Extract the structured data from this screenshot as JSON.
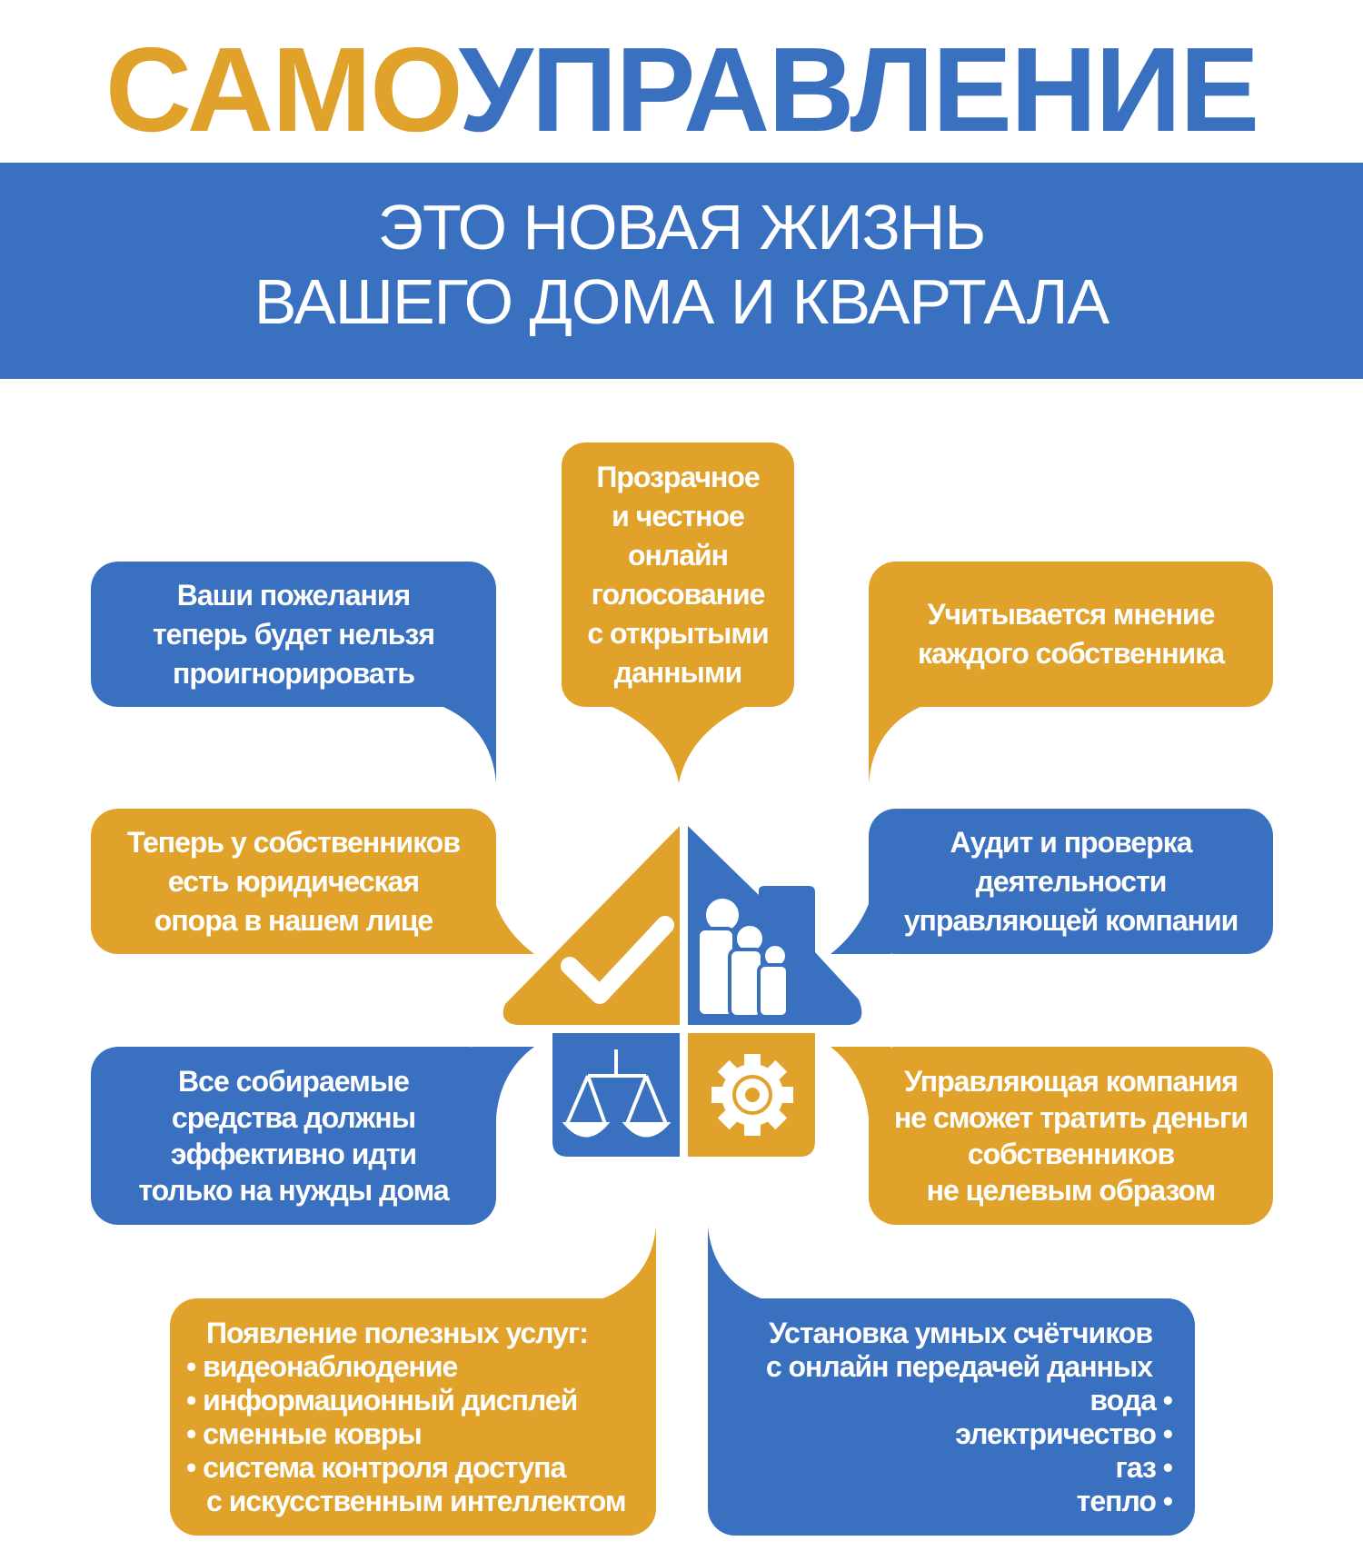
{
  "header": {
    "title_accent": "САМО",
    "title_rest": "УПРАВЛЕНИЕ"
  },
  "banner": {
    "line1": "ЭТО НОВАЯ ЖИЗНЬ",
    "line2": "ВАШЕГО ДОМА И КВАРТАЛА"
  },
  "colors": {
    "orange": "#E0A22B",
    "blue": "#3A70C0"
  },
  "bubbles": {
    "voting": [
      "Прозрачное",
      "и честное",
      "онлайн",
      "голосование",
      "с открытыми",
      "данными"
    ],
    "wishes": [
      "Ваши пожелания",
      "теперь будет нельзя",
      "проигнорировать"
    ],
    "opinion": [
      "Учитывается мнение",
      "каждого собственника"
    ],
    "legal": [
      "Теперь у собственников",
      "есть юридическая",
      "опора в нашем лице"
    ],
    "audit": [
      "Аудит и проверка",
      "деятельности",
      "управляющей компании"
    ],
    "funds": [
      "Все собираемые",
      "средства должны",
      "эффективно идти",
      "только на нужды дома"
    ],
    "spending": [
      "Управляющая компания",
      "не сможет тратить деньги",
      "собственников",
      "не целевым образом"
    ],
    "services": {
      "heading": "Появление полезных услуг:",
      "items": [
        "видеонаблюдение",
        "информационный дисплей",
        "сменные ковры",
        "система контроля доступа"
      ],
      "continuation": "с искусственным интеллектом"
    },
    "meters": {
      "heading1": "Установка умных счётчиков",
      "heading2": "с онлайн передачей данных",
      "items": [
        "вода",
        "электричество",
        "газ",
        "тепло"
      ]
    }
  },
  "icons": [
    "checkmark-icon",
    "family-icon",
    "scales-icon",
    "gear-icon"
  ]
}
